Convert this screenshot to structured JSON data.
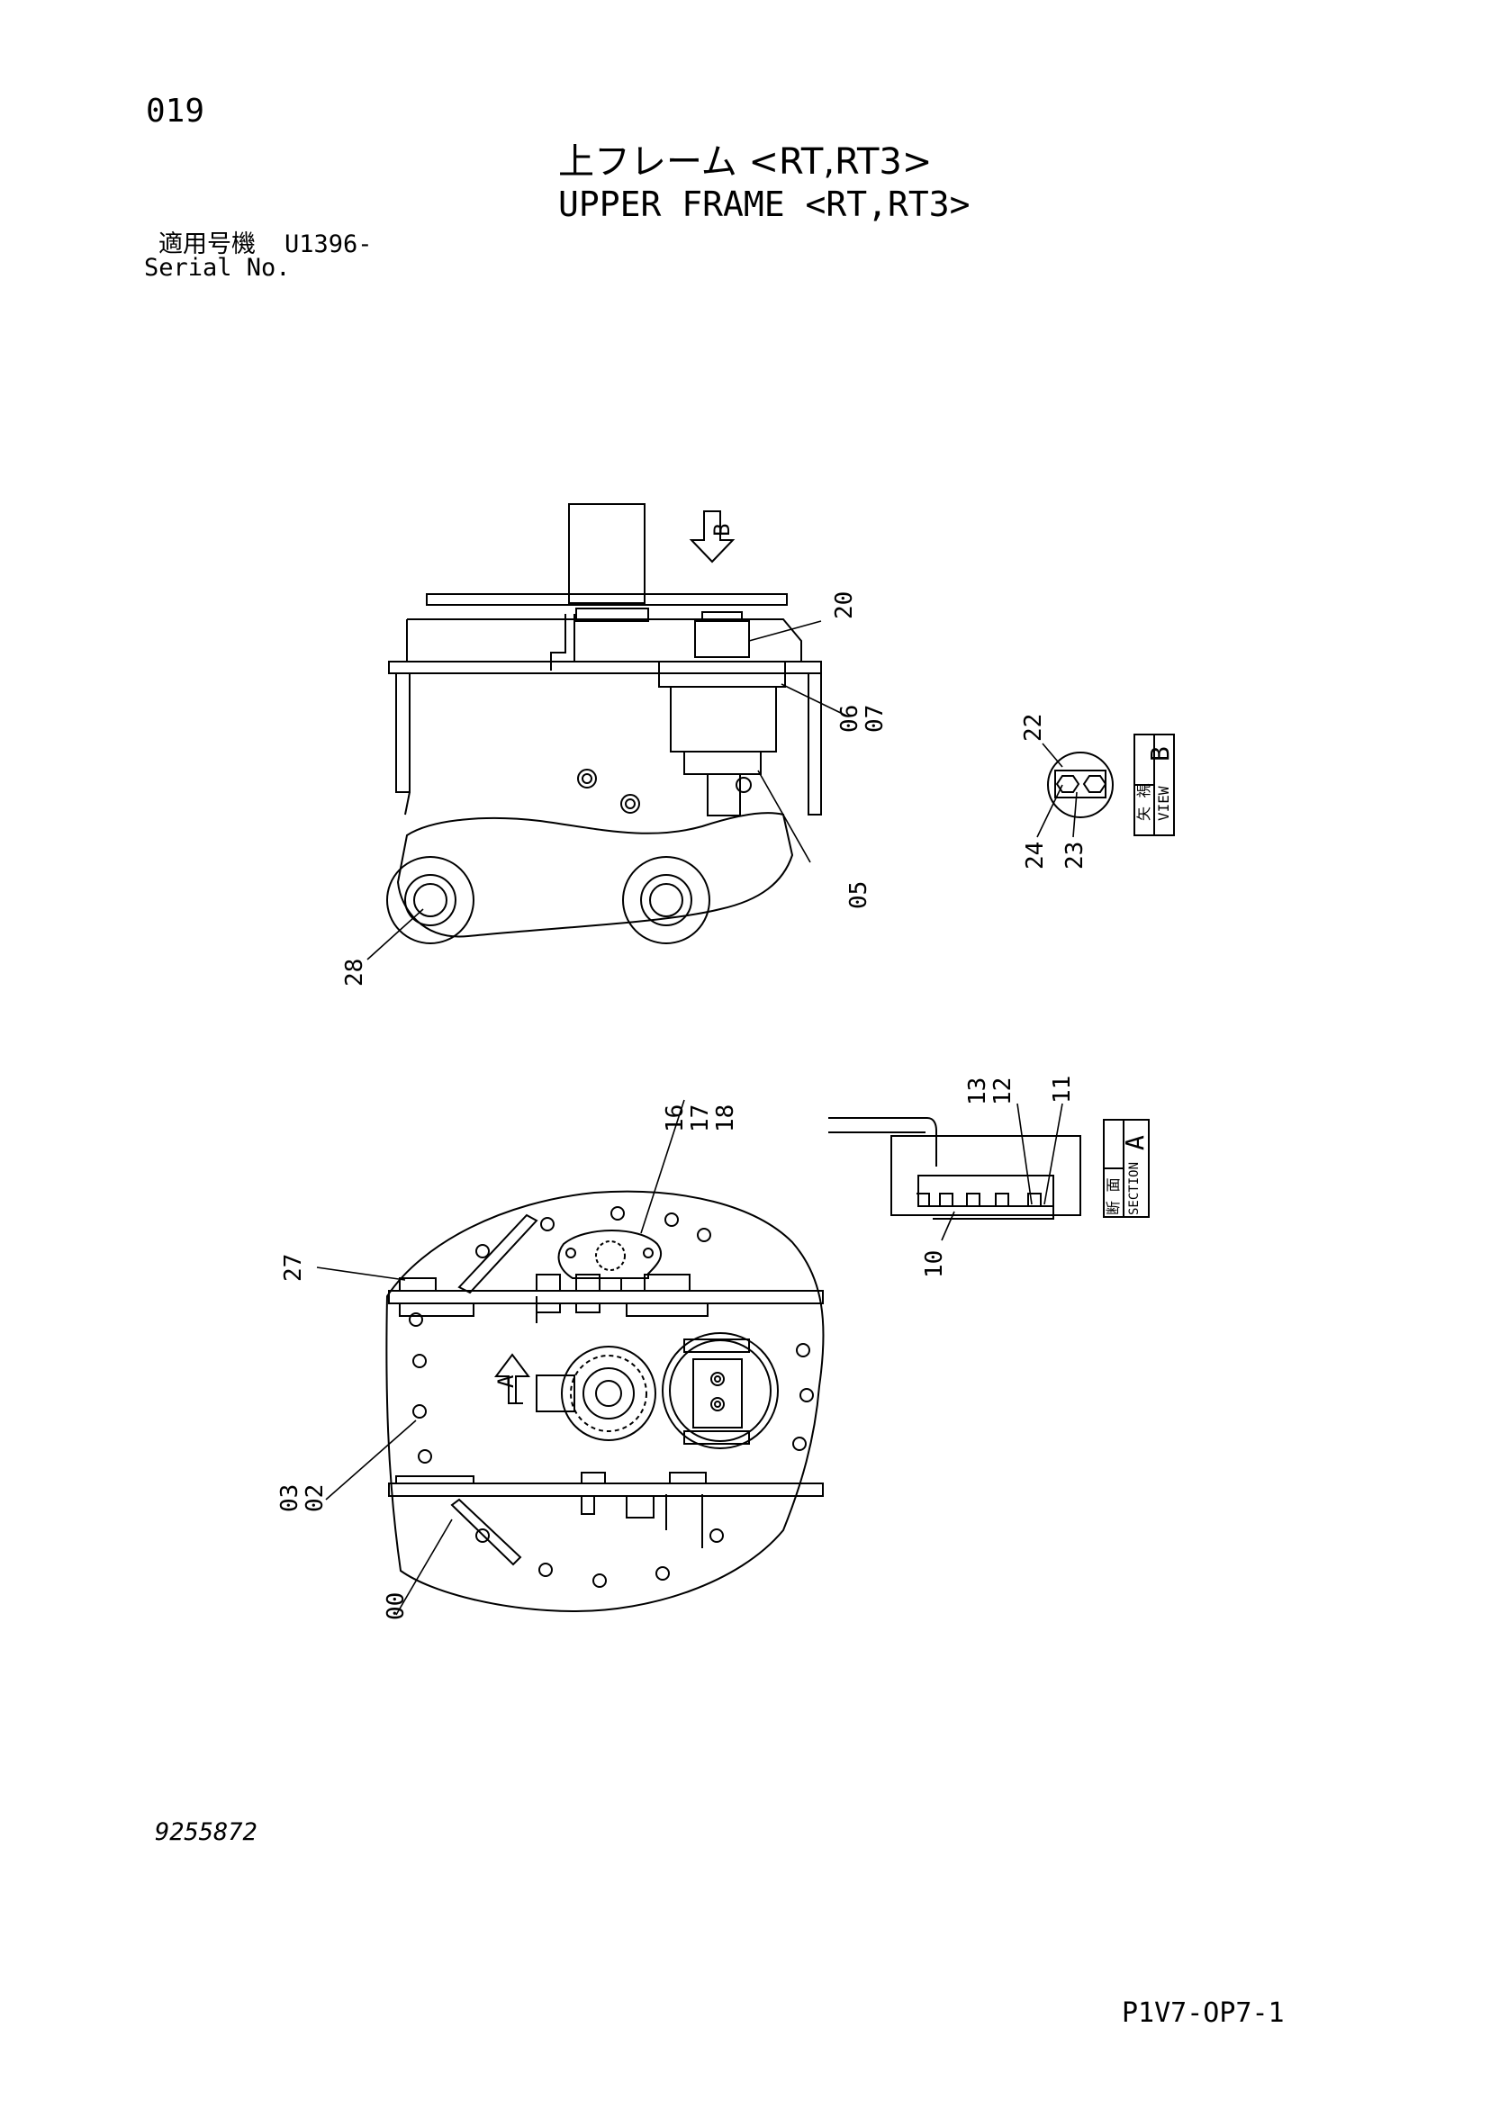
{
  "header": {
    "page_number": "019",
    "title_jp": "上フレーム <RT,RT3>",
    "title_en": "UPPER FRAME <RT,RT3>",
    "serial_label_jp": "適用号機",
    "serial_value": "U1396-",
    "serial_label_en": "Serial No."
  },
  "views": {
    "arrow_b": "B",
    "arrow_a": "A",
    "view_b": {
      "jp": "矢 視",
      "en": "VIEW",
      "letter": "B"
    },
    "section_a": {
      "jp": "断 面",
      "en": "SECTION",
      "letter": "A"
    }
  },
  "callouts": {
    "c20": "20",
    "c06_07": "06\n07",
    "c05": "05",
    "c28": "28",
    "c22": "22",
    "c24": "24",
    "c23": "23",
    "c16_18": "16\n17\n18",
    "c13_12": "13\n12",
    "c11": "11",
    "c10": "10",
    "c27": "27",
    "c03_02": "03\n02",
    "c00": "00"
  },
  "footer": {
    "drawing_number": "9255872",
    "sheet_code": "P1V7-OP7-1"
  }
}
